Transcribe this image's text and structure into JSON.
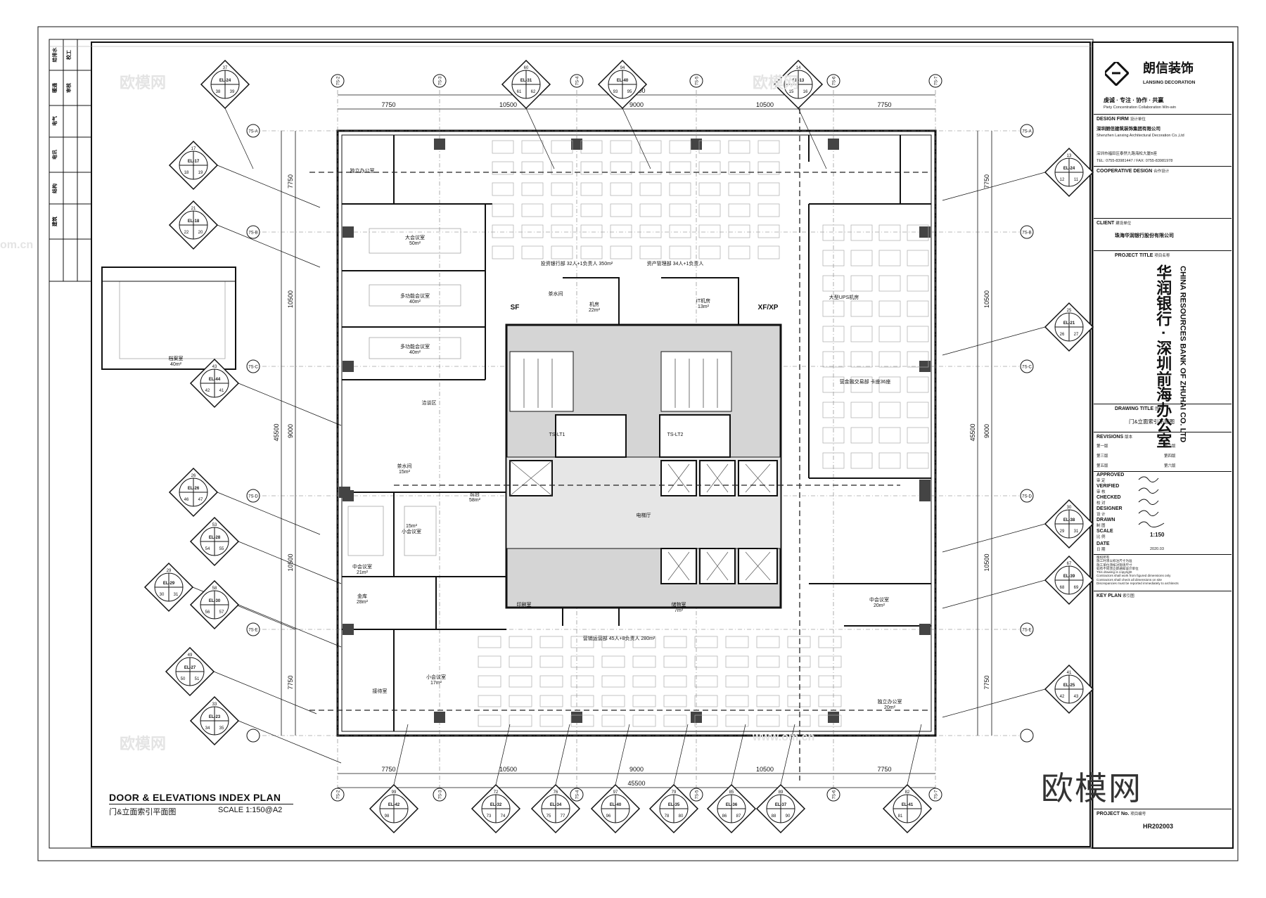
{
  "drawing": {
    "title_en": "DOOR & ELEVATIONS INDEX  PLAN",
    "title_cn": "门&立面索引平面图",
    "scale": "SCALE  1:150@A2",
    "watermark": "欧模网",
    "faint_marks": [
      "欧模网",
      "www.om.cn",
      "om.cn"
    ],
    "overall_width": "45500",
    "top_dims": [
      "7750",
      "10500",
      "9000",
      "10500",
      "7750"
    ],
    "side_dims": [
      "7750",
      "10500",
      "9000",
      "10500",
      "7750"
    ],
    "grid_top": [
      "7S-2",
      "7S-3",
      "7S-4",
      "7S-5",
      "7S-6",
      "7S-7"
    ],
    "grid_side": [
      "7S-A",
      "7S-B",
      "7S-C",
      "7S-D",
      "7S-E"
    ]
  },
  "rooms": {
    "ceo_office": "独立办公室",
    "big_meeting": "大会议室\n50m²",
    "multi_meeting_1": "多功能会议室\n40m²",
    "multi_meeting_2": "多功能会议室\n40m²",
    "tea_room": "茶水间",
    "server": "机房\n22m²",
    "it_room": "IT机房\n13m²",
    "dept_a": "投资银行部 32人+1负责人   350m²",
    "dept_b": "资产管理部 34人+1负责人",
    "dept_c": "营金融交易部  卡座36座",
    "dept_d": "营销运营部  45人+8负责人  280m²",
    "lobby": "电梯厅",
    "reception": "前台\n58m²",
    "lounge": "洽谈区",
    "small_meeting": "15m²\n小会议室",
    "small_meeting2": "小会议室\n17m²",
    "meeting_right": "中会议室\n20m²",
    "office_right": "独立办公室\n20m²",
    "finance": "金库\n28m²",
    "print": "印刷室",
    "storage": "储物室\n7m²",
    "pantry": "茶水间\n15m²",
    "sf": "SF",
    "xf": "XF/XP",
    "ups": "大型UPS机房",
    "lift_1": "TS-LT1",
    "lift_2": "TS-LT2",
    "archive": "档案室\n40m²",
    "side_meeting": "中会议室\n21m²",
    "guest": "接待室"
  },
  "titleblock": {
    "company": "朗信装饰",
    "company_en": "LANSING DECORATION",
    "motto": "虔诚 · 专注 · 协作 · 共赢",
    "motto_en": "Piety Concentration Collaboration Win-win",
    "design_firm_label": "DESIGN FIRM",
    "design_firm_cn": "设计单位",
    "design_firm_name": "深圳朗信建筑装饰集团有限公司",
    "design_firm_en": "Shenzhen Lanxing Architectural Decoration Co.,Ltd",
    "address": "深圳市福田区泰然九路海松大厦B座",
    "tel": "TEL: 0755-83981447 / FAX: 0755-83981978",
    "coop_label": "COOPERATIVE DESIGN",
    "coop_cn": "合作设计",
    "client_label": "CLIENT",
    "client_cn": "建设单位",
    "client_name": "珠海华润银行股份有限公司",
    "project_label": "PROJECT TITLE",
    "project_cn_label": "项目名称",
    "project_name_cn": "华润银行 · 深圳前海办公室",
    "project_name_en": "CHINA RESOURCES BANK OF ZHUHAI CO. LTD",
    "drawing_label": "DRAWING TITLE",
    "drawing_cn_label": "图名",
    "drawing_name": "门&立面索引平面图",
    "revisions_label": "REVISIONS",
    "revisions_cn": "版本",
    "rev": [
      "第一版",
      "第二版",
      "第三版",
      "第四版",
      "第五版",
      "第六版"
    ],
    "approved": "APPROVED",
    "approved_cn": "审  定",
    "verified": "VERIFIED",
    "verified_cn": "审  核",
    "checked": "CHECKED",
    "checked_cn": "校  对",
    "designer": "DESIGNER",
    "designer_cn": "设  计",
    "drawn": "DRAWN",
    "drawn_cn": "制  图",
    "scale_label": "SCALE",
    "scale_cn": "比  例",
    "scale_val": "1:150",
    "date_label": "DATE",
    "date_cn": "日  期",
    "date_val": "2020.03",
    "notes": "版权所有\n施工时须以标注尺寸为准\n施工单位须核对现场尺寸\n如有不同须立即通知设计单位\nThis drawing is copyright\nContractors shall work from figured dimensions only\nContractors shall check all dimensions on site\nDiscrepancies must be reported immediately to architects",
    "keyplan_label": "KEY PLAN",
    "keyplan_cn": "索引图",
    "projno_label": "PROJECT No.",
    "projno_cn": "项目编号",
    "projno_val": "HR202003"
  },
  "left_strip": [
    "给排水",
    "暖通",
    "电气",
    "电讯",
    "结构",
    "建筑",
    "校工",
    "审核"
  ],
  "callouts": {
    "top": [
      [
        "37",
        "EL-24",
        "38",
        "39"
      ],
      [
        "60",
        "EL-31",
        "61",
        "62"
      ],
      [
        "94",
        "EL-40",
        "93",
        "95"
      ],
      [
        "14",
        "EL-13",
        "15",
        "16"
      ]
    ],
    "bottom": [
      [
        "99",
        "EL-42",
        "98"
      ],
      [
        "72",
        "EL-32",
        "73",
        "74"
      ],
      [
        "76",
        "EL-34",
        "75",
        "77"
      ],
      [
        "97",
        "EL-40",
        "96"
      ],
      [
        "79",
        "EL-35",
        "78",
        "80"
      ],
      [
        "85",
        "EL-36",
        "86",
        "87"
      ],
      [
        "89",
        "EL-37",
        "88",
        "90"
      ],
      [
        "82",
        "EL-41",
        "81"
      ]
    ],
    "left": [
      [
        "17",
        "EL-17",
        "18",
        "19"
      ],
      [
        "21",
        "EL-18",
        "22",
        "20"
      ],
      [
        "43",
        "EL-44",
        "42",
        "41"
      ],
      [
        "26",
        "EL-26",
        "46",
        "47"
      ],
      [
        "53",
        "EL-28",
        "54",
        "55"
      ],
      [
        "29",
        "EL-29",
        "30",
        "31"
      ],
      [
        "58",
        "EL-30",
        "56",
        "57"
      ],
      [
        "49",
        "EL-27",
        "50",
        "51"
      ],
      [
        "33",
        "EL-23",
        "34",
        "35"
      ]
    ],
    "right": [
      [
        "13",
        "EL-24",
        "12",
        "11"
      ],
      [
        "25",
        "EL-21",
        "26",
        "27"
      ],
      [
        "30",
        "EL-38",
        "29",
        "31"
      ],
      [
        "67",
        "EL-39",
        "68",
        "69"
      ],
      [
        "41",
        "EL-25",
        "42",
        "43"
      ]
    ]
  }
}
